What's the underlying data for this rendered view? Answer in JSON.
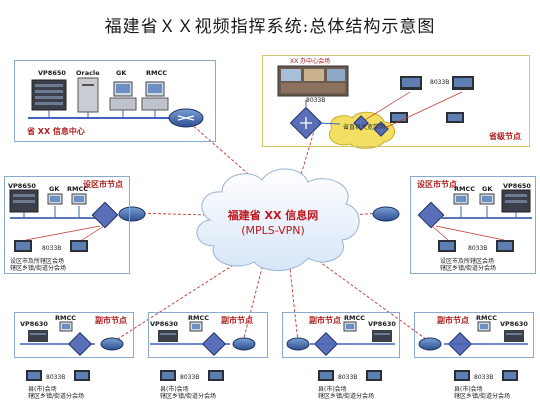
{
  "title": "福建省ＸＸ视频指挥系统:总体结构示意图",
  "cloud": {
    "name": "福建省 XX 信息网",
    "sub": "(MPLS-VPN)"
  },
  "info_center": {
    "label": "省 XX 信息中心",
    "devices": [
      "VP8650",
      "Oracle",
      "GK",
      "RMCC"
    ]
  },
  "province": {
    "label": "省级节点",
    "venue": "XX 办中心会场",
    "code": "8033B",
    "gov_net": "省直机关宽带网"
  },
  "left_city": {
    "label": "设区市节点",
    "devices": [
      "VP8650",
      "GK",
      "RMCC"
    ],
    "code": "8033B",
    "venue_line1": "设区市及所辖区会场",
    "venue_line2": "辖区乡镇/街道分会场"
  },
  "right_city": {
    "label": "设区市节点",
    "devices": [
      "RMCC",
      "GK",
      "VP8650"
    ],
    "code": "8033B",
    "venue_line1": "设区市及所辖区会场",
    "venue_line2": "辖区乡镇/街道分会场"
  },
  "sub_nodes": [
    {
      "label": "副市节点",
      "vp": "VP8630",
      "rmcc": "RMCC",
      "code": "8033B",
      "venue_line1": "县(市)会场",
      "venue_line2": "辖区乡镇/街道分会场"
    },
    {
      "label": "副市节点",
      "vp": "VP8630",
      "rmcc": "RMCC",
      "code": "8033B",
      "venue_line1": "县(市)会场",
      "venue_line2": "辖区乡镇/街道分会场"
    },
    {
      "label": "副市节点",
      "vp": "VP8630",
      "rmcc": "RMCC",
      "code": "8033B",
      "venue_line1": "县(市)会场",
      "venue_line2": "辖区乡镇/街道分会场"
    },
    {
      "label": "副市节点",
      "vp": "VP8630",
      "rmcc": "RMCC",
      "code": "8033B",
      "venue_line1": "县(市)会场",
      "venue_line2": "辖区乡镇/街道分会场"
    }
  ],
  "colors": {
    "link": "#c0392b",
    "lan": "#3f63b5",
    "accent": "#c0161d"
  }
}
